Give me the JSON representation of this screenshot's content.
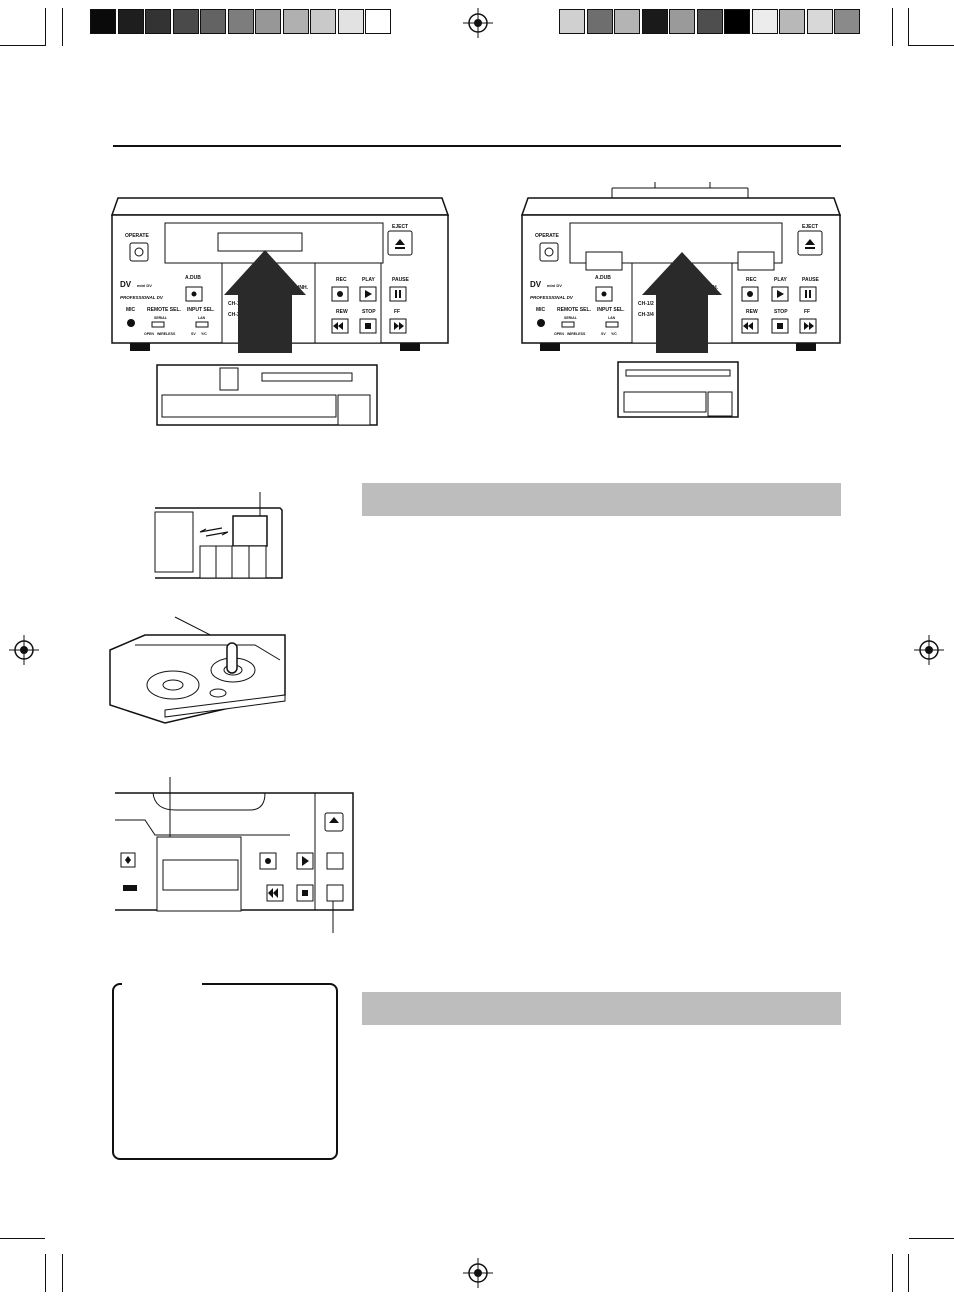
{
  "color_bars": {
    "left": [
      "#0a0a0a",
      "#1e1e1e",
      "#333333",
      "#4a4a4a",
      "#636363",
      "#7d7d7d",
      "#979797",
      "#b0b0b0",
      "#c9c9c9",
      "#e2e2e2",
      "#ffffff"
    ],
    "right": [
      "#d0d0d0",
      "#6e6e6e",
      "#b4b4b4",
      "#1a1a1a",
      "#9a9a9a",
      "#4e4e4e",
      "#000000",
      "#ececec",
      "#b8b8b8",
      "#d8d8d8",
      "#8a8a8a"
    ]
  },
  "deck_left": {
    "operate": "OPERATE",
    "eject": "EJECT",
    "a_dub": "A.DUB",
    "rec": "REC",
    "play": "PLAY",
    "pause": "PAUSE",
    "rec_inh": "REC INH.",
    "rew": "REW",
    "stop": "STOP",
    "ff": "FF",
    "mic": "MIC",
    "remote_sel": "REMOTE SEL.",
    "input_sel": "INPUT SEL.",
    "serial": "SERIAL",
    "wireless": "WIRELESS",
    "lan": "LAN",
    "sv": "SV",
    "yc": "Y/C",
    "open": "OPEN",
    "ch12": "CH-1/2",
    "ch34": "CH-3/4",
    "dv": "DV",
    "mini_dv": "mini DV",
    "professional_dv": "PROFESSIONAL DV"
  },
  "deck_right": {
    "operate": "OPERATE",
    "eject": "EJECT",
    "a_dub": "A.DUB",
    "rec": "REC",
    "play": "PLAY",
    "pause": "PAUSE",
    "rec_inh": "REC INH.",
    "rew": "REW",
    "stop": "STOP",
    "ff": "FF",
    "mic": "MIC",
    "remote_sel": "REMOTE SEL.",
    "input_sel": "INPUT SEL.",
    "serial": "SERIAL",
    "wireless": "WIRELESS",
    "lan": "LAN",
    "sv": "SV",
    "yc": "Y/C",
    "open": "OPEN",
    "ch12": "CH-1/2",
    "ch34": "CH-3/4",
    "dv": "DV",
    "mini_dv": "mini DV",
    "professional_dv": "PROFESSIONAL DV"
  },
  "icons": [
    "registration-mark-icon",
    "insert-arrow-icon",
    "power-icon",
    "eject-icon",
    "play-icon",
    "pause-icon",
    "record-icon",
    "rewind-icon",
    "stop-icon",
    "fast-forward-icon"
  ]
}
